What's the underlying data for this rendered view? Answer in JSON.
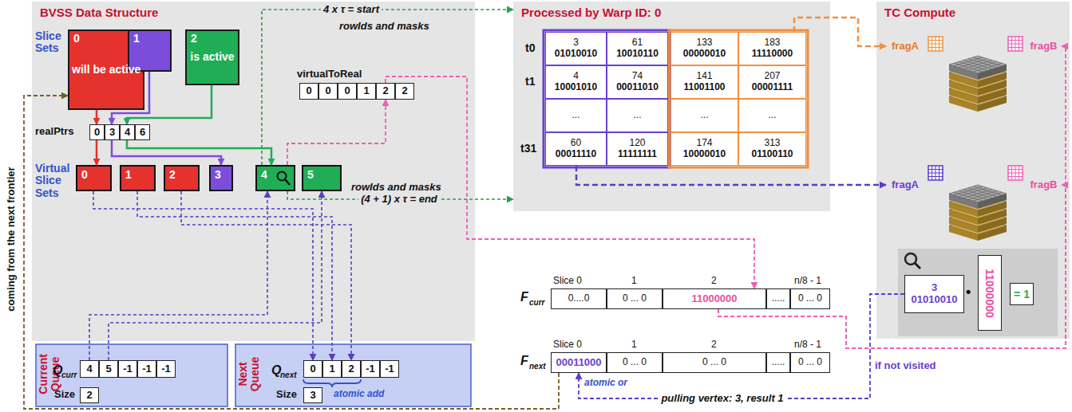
{
  "diagram": {
    "nodes": [
      {
        "text": [
          "BVSS Data Structure"
        ]
      },
      {
        "text": [
          "0",
          "will be active"
        ],
        "in": 0
      },
      {
        "text": [
          "1"
        ],
        "in": 0
      },
      {
        "text": [
          "2",
          "is active"
        ],
        "in": 0
      },
      {
        "text": [
          "0"
        ],
        "in": 0
      },
      {
        "text": [
          "3"
        ],
        "in": 0
      },
      {
        "text": [
          "4"
        ],
        "in": 0
      },
      {
        "text": [
          "6"
        ],
        "in": 0
      },
      {
        "text": [
          "0"
        ],
        "in": 0
      },
      {
        "text": [
          "1"
        ],
        "in": 0
      },
      {
        "text": [
          "2"
        ],
        "in": 0
      },
      {
        "text": [
          "3"
        ],
        "in": 0
      },
      {
        "text": [
          "4"
        ],
        "in": 0
      },
      {
        "text": [
          "5"
        ],
        "in": 0
      },
      {
        "text": [
          "0"
        ],
        "in": 0
      },
      {
        "text": [
          "0"
        ],
        "in": 0
      },
      {
        "text": [
          "0"
        ],
        "in": 0
      },
      {
        "text": [
          "1"
        ],
        "in": 0
      },
      {
        "text": [
          "2"
        ],
        "in": 0
      },
      {
        "text": [
          "2"
        ],
        "in": 0
      },
      {
        "text": [
          "Current Queue"
        ]
      },
      {
        "text": [
          "4"
        ],
        "in": 20
      },
      {
        "text": [
          "5"
        ],
        "in": 20
      },
      {
        "text": [
          "-1"
        ],
        "in": 20
      },
      {
        "text": [
          "-1"
        ],
        "in": 20
      },
      {
        "text": [
          "-1"
        ],
        "in": 20
      },
      {
        "text": [
          "2"
        ],
        "in": 20
      },
      {
        "text": [
          "Next Queue"
        ]
      },
      {
        "text": [
          "0"
        ],
        "in": 27
      },
      {
        "text": [
          "1"
        ],
        "in": 27
      },
      {
        "text": [
          "2"
        ],
        "in": 27
      },
      {
        "text": [
          "-1"
        ],
        "in": 27
      },
      {
        "text": [
          "-1"
        ],
        "in": 27
      },
      {
        "text": [
          "3"
        ],
        "in": 27
      },
      {
        "text": [
          "Processed by Warp ID: 0"
        ]
      },
      {
        "text": [
          "3",
          "01010010"
        ],
        "in": 34
      },
      {
        "text": [
          "61",
          "10010110"
        ],
        "in": 34
      },
      {
        "text": [
          "133",
          "00000010"
        ],
        "in": 34
      },
      {
        "text": [
          "183",
          "11110000"
        ],
        "in": 34
      },
      {
        "text": [
          "4",
          "10001010"
        ],
        "in": 34
      },
      {
        "text": [
          "74",
          "00011010"
        ],
        "in": 34
      },
      {
        "text": [
          "141",
          "11001100"
        ],
        "in": 34
      },
      {
        "text": [
          "207",
          "00001111"
        ],
        "in": 34
      },
      {
        "text": [
          "..."
        ],
        "in": 34
      },
      {
        "text": [
          "..."
        ],
        "in": 34
      },
      {
        "text": [
          "..."
        ],
        "in": 34
      },
      {
        "text": [
          "..."
        ],
        "in": 34
      },
      {
        "text": [
          "60",
          "00011110"
        ],
        "in": 34
      },
      {
        "text": [
          "120",
          "11111111"
        ],
        "in": 34
      },
      {
        "text": [
          "174",
          "10000010"
        ],
        "in": 34
      },
      {
        "text": [
          "313",
          "01100110"
        ],
        "in": 34
      },
      {
        "text": [
          "TC Compute"
        ]
      },
      {
        "text": [
          "fragA"
        ],
        "in": 51
      },
      {
        "text": [
          "fragB"
        ],
        "in": 51
      },
      {
        "text": [
          "fragA"
        ],
        "in": 51
      },
      {
        "text": [
          "fragB"
        ],
        "in": 51
      },
      {
        "text": [
          "3",
          "01010010"
        ],
        "in": 51
      },
      {
        "text": [
          "11000000"
        ],
        "in": 51
      },
      {
        "text": [
          "= 1"
        ],
        "in": 51
      },
      {
        "text": [
          "0....0"
        ]
      },
      {
        "text": [
          "0 ... 0"
        ]
      },
      {
        "text": [
          "11000000"
        ]
      },
      {
        "text": [
          "....."
        ]
      },
      {
        "text": [
          "0 ... 0"
        ]
      },
      {
        "text": [
          "00011000"
        ]
      },
      {
        "text": [
          "0 ... 0"
        ]
      },
      {
        "text": [
          "0 ... 0"
        ]
      },
      {
        "text": [
          "....."
        ]
      },
      {
        "text": [
          "0 ... 0"
        ]
      }
    ],
    "edges": [
      {
        "from": 1,
        "to": 4,
        "arrow": "to"
      },
      {
        "from": 2,
        "to": 5,
        "arrow": "to"
      },
      {
        "from": 3,
        "to": 6,
        "arrow": "to"
      },
      {
        "from": 4,
        "to": 8,
        "arrow": "to"
      },
      {
        "from": 5,
        "to": 11,
        "arrow": "to"
      },
      {
        "from": 6,
        "to": 12,
        "arrow": "to"
      },
      {
        "from": 21,
        "to": 12,
        "arrow": "to"
      },
      {
        "from": 22,
        "to": 13,
        "arrow": "to"
      },
      {
        "from": 8,
        "to": 28,
        "arrow": "to"
      },
      {
        "from": 9,
        "to": 29,
        "arrow": "to"
      },
      {
        "from": 10,
        "to": 30,
        "arrow": "to"
      },
      {
        "from": 12,
        "to": 18,
        "arrow": "to"
      },
      {
        "from": 18,
        "to": 61,
        "arrow": "to"
      },
      {
        "from": 12,
        "to": 34,
        "label": "4 x τ = start",
        "arrow": "to"
      },
      {
        "from": 12,
        "to": 34,
        "label": "(4 + 1) x τ = end",
        "arrow": "to"
      },
      {
        "from": 38,
        "to": 52,
        "arrow": "to"
      },
      {
        "from": 47,
        "to": 54,
        "arrow": "to"
      },
      {
        "from": 61,
        "to": 53,
        "arrow": "to"
      },
      {
        "from": 61,
        "to": 55,
        "arrow": "to"
      },
      {
        "from": 56,
        "to": 64,
        "label": "pulling vertex: 3, result 1",
        "arrow": "to"
      },
      {
        "from": 64,
        "to": 1,
        "arrow": "to"
      }
    ],
    "labels": [
      "Slice Sets",
      "realPtrs",
      "Virtual Slice Sets",
      "virtualToReal",
      "rowIds and masks",
      "rowIds and masks",
      "Q",
      "curr",
      "Size",
      "Q",
      "next",
      "Size",
      "atomic add",
      "coming from the next frontier",
      "t0",
      "t1",
      "t31",
      "F",
      "curr",
      "Slice 0",
      "1",
      "2",
      "n/8 - 1",
      "F",
      "next",
      "Slice 0",
      "1",
      "2",
      "n/8 - 1",
      "atomic or",
      "if not visited",
      "•"
    ]
  }
}
